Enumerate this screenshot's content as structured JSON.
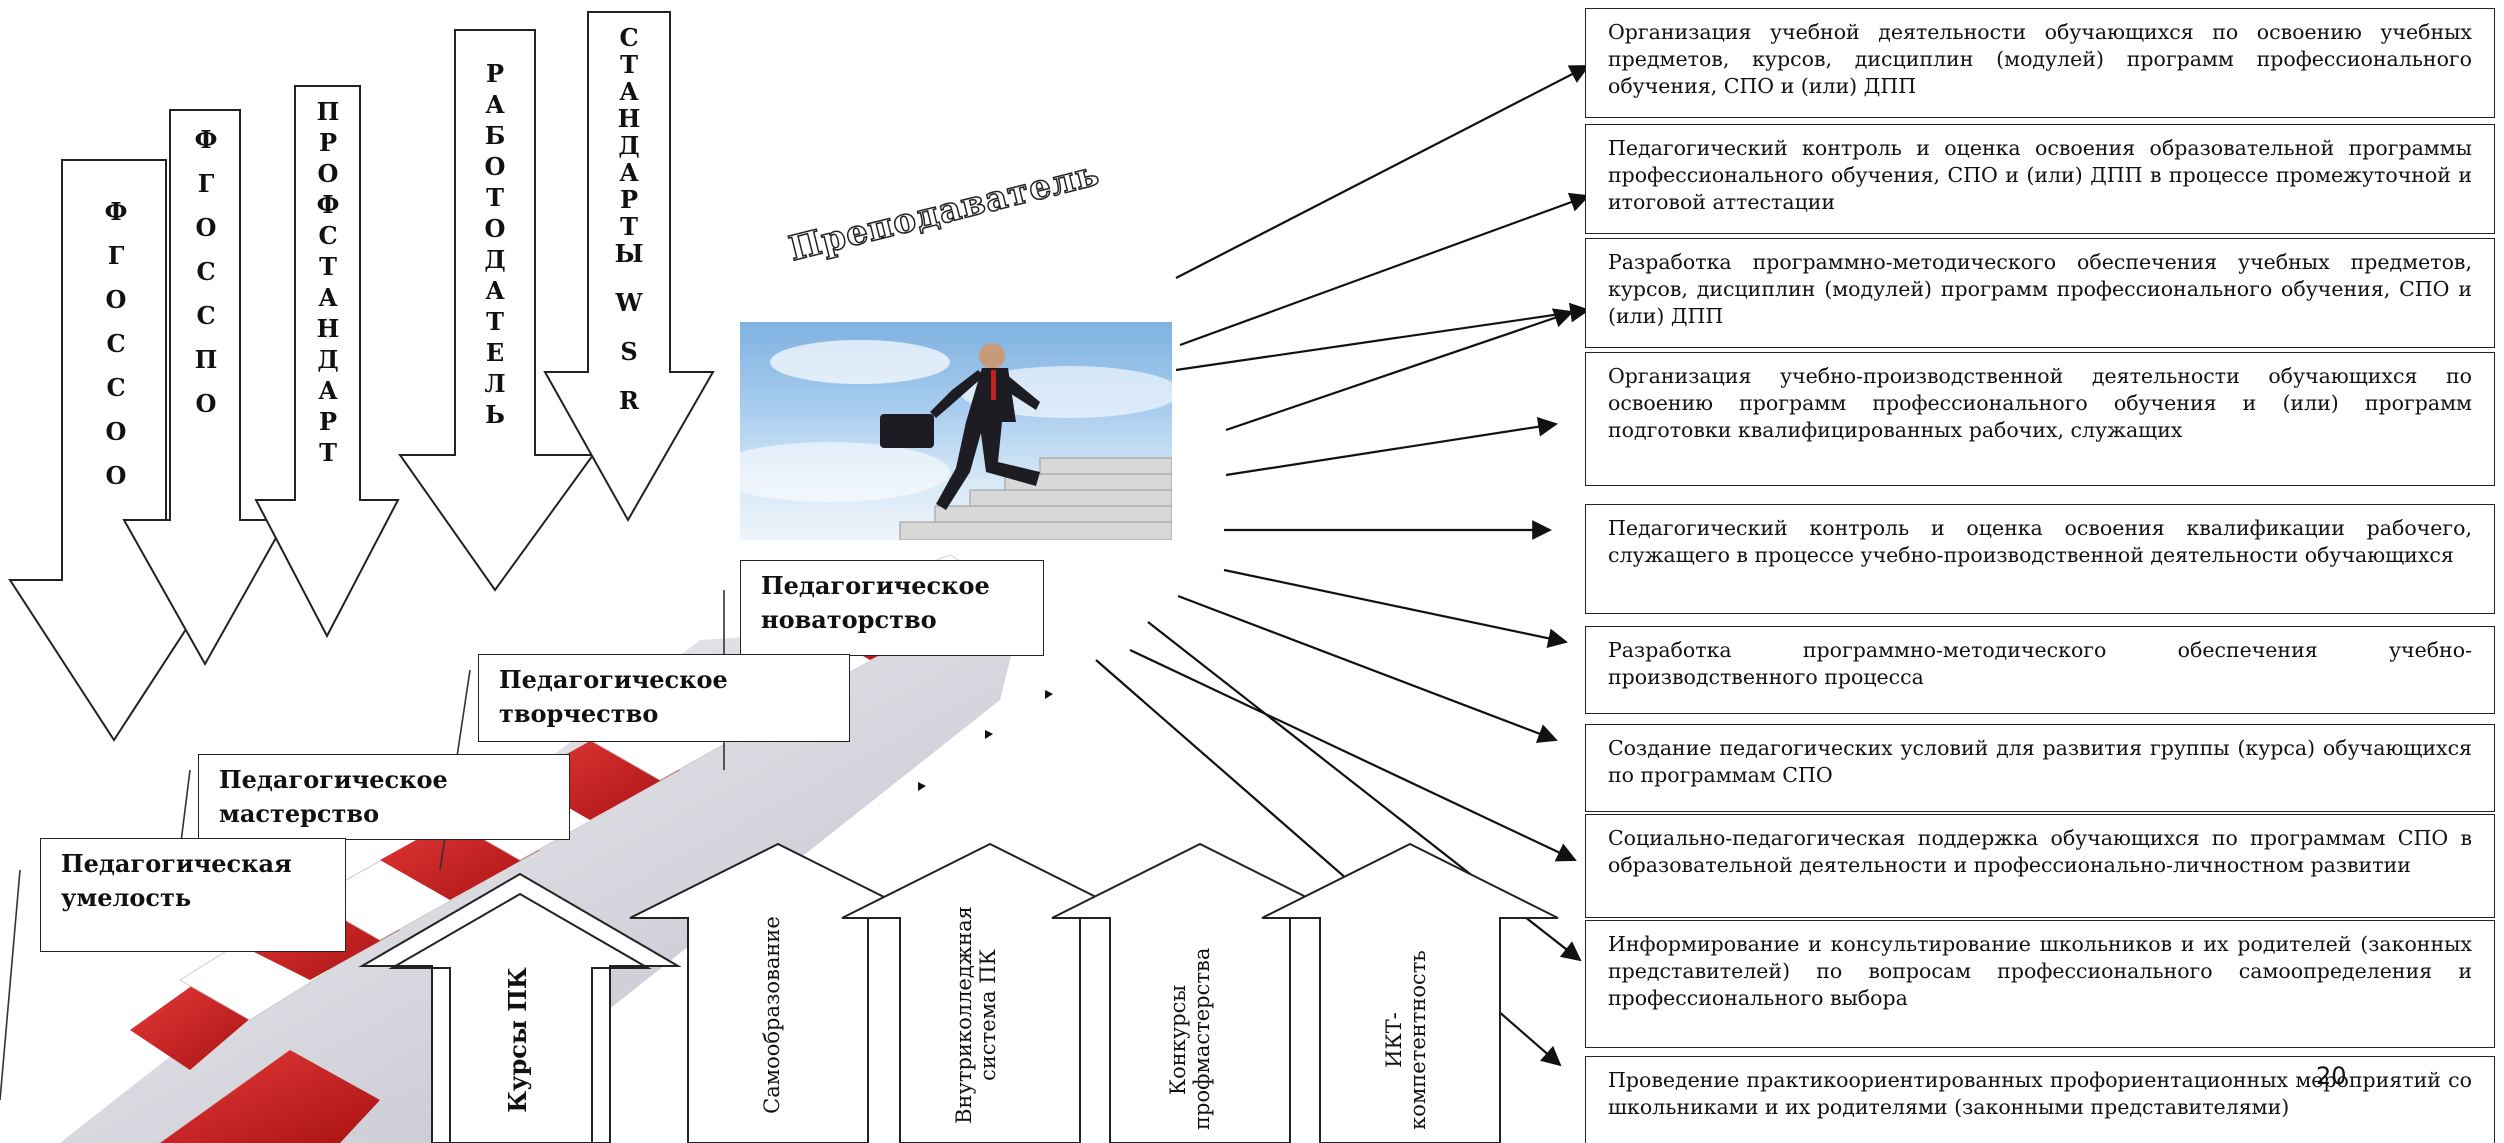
{
  "top_arrows": [
    {
      "label": "ФГОС СОО",
      "letters": [
        "Ф",
        "Г",
        "О",
        "С",
        "С",
        "О",
        "О"
      ]
    },
    {
      "label": "ФГОС СПО",
      "letters": [
        "Ф",
        "Г",
        "О",
        "С",
        "С",
        "П",
        "О"
      ]
    },
    {
      "label": "ПРОФСТАНДАРТ",
      "letters": [
        "П",
        "Р",
        "О",
        "Ф",
        "С",
        "Т",
        "А",
        "Н",
        "Д",
        "А",
        "Р",
        "Т"
      ]
    },
    {
      "label": "РАБОТОДАТЕЛЬ",
      "letters": [
        "Р",
        "А",
        "Б",
        "О",
        "Т",
        "О",
        "Д",
        "А",
        "Т",
        "Е",
        "Л",
        "Ь"
      ]
    },
    {
      "label": "СТАНДАРТЫ WSR",
      "letters": [
        "С",
        "Т",
        "А",
        "Н",
        "Д",
        "А",
        "Р",
        "Т",
        "Ы",
        "W",
        "S",
        "R"
      ]
    }
  ],
  "teacher": {
    "title": "Преподаватель"
  },
  "levels": [
    {
      "text": "Педагогическое новаторство"
    },
    {
      "text": "Педагогическое творчество"
    },
    {
      "text": "Педагогическое мастерство"
    },
    {
      "text": "Педагогическая умелость"
    }
  ],
  "bottom_arrows": [
    {
      "text": "Курсы ПК"
    },
    {
      "text": "Самообразование"
    },
    {
      "text": "Внутриколледжная система ПК"
    },
    {
      "text": "Конкурсы профмастерства"
    },
    {
      "text": "ИКТ-компетентность"
    }
  ],
  "functions": [
    "Организация учебной деятельности обучающихся по освоению учебных предметов, курсов, дисциплин (модулей) программ профессионального обучения, СПО и (или) ДПП",
    "Педагогический контроль и оценка освоения образовательной программы профессионального обучения, СПО и (или) ДПП в процессе промежуточной и итоговой аттестации",
    "Разработка программно-методического обеспечения учебных предметов, курсов, дисциплин (модулей) программ профессионального обучения, СПО и (или) ДПП",
    "Организация учебно-производственной деятельности обучающихся по освоению программ профессионального обучения и (или) программ подготовки квалифицированных рабочих, служащих",
    "Педагогический контроль и оценка освоения квалификации рабочего, служащего в процессе учебно-производственной деятельности обучающихся",
    "Разработка программно-методического обеспечения учебно-производственного процесса",
    "Создание педагогических условий для развития группы (курса) обучающихся по программам СПО",
    "Социально-педагогическая поддержка обучающихся по программам СПО в образовательной деятельности и профессионально-личностном развитии",
    "Информирование и консультирование школьников и их родителей (законных представителей) по вопросам профессионального самоопределения и профессионального выбора",
    "Проведение практикоориентированных профориентационных мероприятий со школьниками и их родителями (законными представителями)"
  ],
  "page_number": "20"
}
